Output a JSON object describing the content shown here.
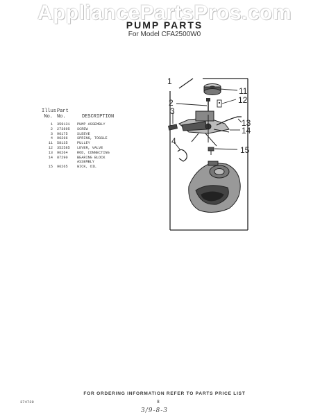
{
  "watermark": "AppliancePartsPros.com",
  "title": "PUMP PARTS",
  "subtitle": "For Model CFA2500W0",
  "table": {
    "headers": {
      "illus": "Illus.",
      "no1": "No.",
      "part": "Part",
      "no2": "No.",
      "description": "DESCRIPTION"
    },
    "rows": [
      {
        "illus": "1",
        "part": "359131",
        "desc": "PUMP ASSEMBLY"
      },
      {
        "illus": "2",
        "part": "273895",
        "desc": "SCREW"
      },
      {
        "illus": "3",
        "part": "96175",
        "desc": "SLEEVE"
      },
      {
        "illus": "4",
        "part": "96266",
        "desc": "SPRING, TOGGLE"
      },
      {
        "illus": "11",
        "part": "58135",
        "desc": "PULLEY"
      },
      {
        "illus": "12",
        "part": "352585",
        "desc": "LEVER, VALVE"
      },
      {
        "illus": "13",
        "part": "96264",
        "desc": "ROD, CONNECTING"
      },
      {
        "illus": "14",
        "part": "87290",
        "desc": "BEARING BLOCK"
      },
      {
        "illus": "",
        "part": "",
        "desc": "ASSEMBLY"
      },
      {
        "illus": "15",
        "part": "96265",
        "desc": "WICK, OIL"
      }
    ]
  },
  "callouts": {
    "c1": "1",
    "c2": "2",
    "c3": "3",
    "c4": "4",
    "c11": "11",
    "c12": "12",
    "c13": "13",
    "c14": "14",
    "c15": "15"
  },
  "footer": "FOR ORDERING INFORMATION REFER TO PARTS PRICE LIST",
  "doc_code": "374729",
  "page_number": "8",
  "handwritten_note": "3/9-8-3"
}
